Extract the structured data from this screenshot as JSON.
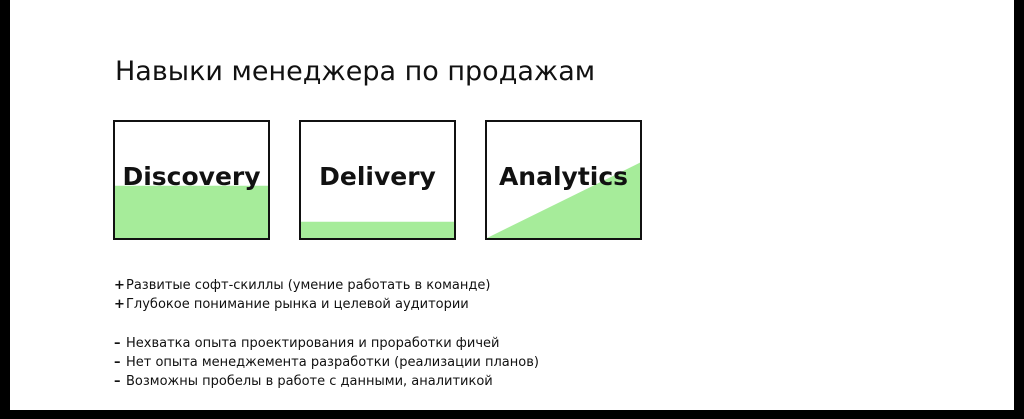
{
  "title": "Навыки менеджера по продажам",
  "accent_color": "#a6ec9a",
  "cards": [
    {
      "label": "Discovery",
      "fill_level": 0.45,
      "fill_shape": "flat"
    },
    {
      "label": "Delivery",
      "fill_level": 0.14,
      "fill_shape": "flat"
    },
    {
      "label": "Analytics",
      "fill_level": 0.65,
      "fill_shape": "diagonal"
    }
  ],
  "pros": {
    "marker": "+",
    "items": [
      "Развитые софт-скиллы (умение работать в команде)",
      "Глубокое понимание рынка и целевой аудитории"
    ]
  },
  "cons": {
    "marker": "–",
    "items": [
      "Нехватка опыта проектирования и проработки фичей",
      "Нет опыта менеджемента разработки (реализации планов)",
      "Возможны пробелы в работе с данными, аналитикой"
    ]
  }
}
